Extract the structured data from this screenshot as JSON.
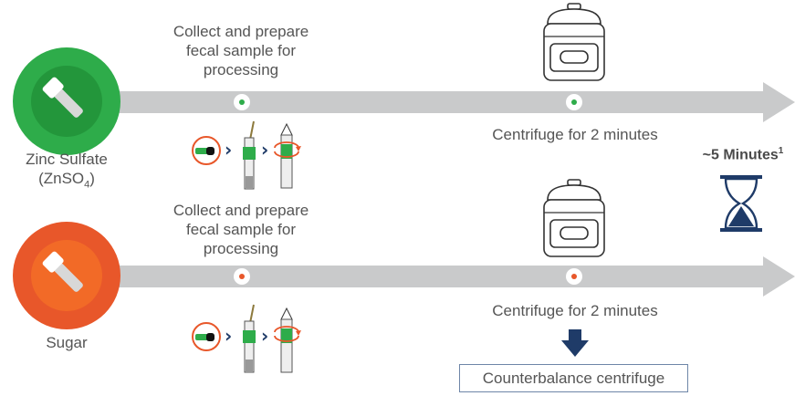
{
  "rows": [
    {
      "id": "zinc",
      "method_name_line1": "Zinc Sulfate",
      "method_formula": "ZnSO",
      "method_formula_subscript": "4",
      "step1_line1": "Collect and prepare",
      "step1_line2": "fecal sample for",
      "step1_line3": "processing",
      "step2": "Centrifuge for 2 minutes",
      "color": "#2eac4a",
      "circle_icon": "fecal-tube-icon"
    },
    {
      "id": "sugar",
      "method_name_line1": "Sugar",
      "step1_line1": "Collect and prepare",
      "step1_line2": "fecal sample for",
      "step1_line3": "processing",
      "step2": "Centrifuge for 2 minutes",
      "step3": "Counterbalance centrifuge",
      "color": "#e8572a",
      "circle_icon": "fecal-tube-icon"
    }
  ],
  "duration": {
    "label": "~5 Minutes",
    "superscript": "1",
    "icon": "hourglass-icon"
  },
  "colors": {
    "arrow": "#c9cacb",
    "navy": "#1f3b68",
    "box_border": "#6e86a8"
  }
}
